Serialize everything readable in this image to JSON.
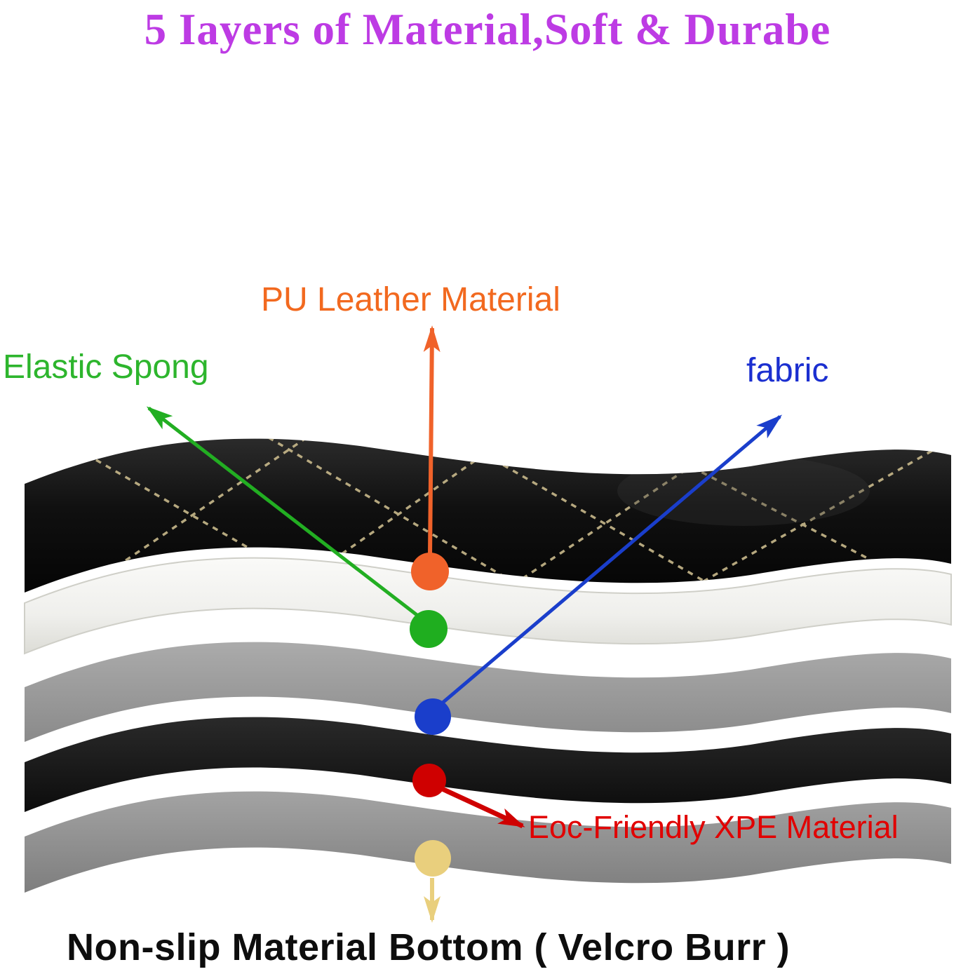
{
  "title": "5 Iayers of Material,Soft & Durabe",
  "title_color": "#bd3be4",
  "diagram": {
    "type": "layered-material-callout",
    "layer_count": 5,
    "layers": [
      {
        "name": "pu-leather-top",
        "appearance": "black quilted leather with tan stitching",
        "color": "#161616"
      },
      {
        "name": "elastic-sponge",
        "appearance": "white foam layer",
        "color": "#f3f3f0"
      },
      {
        "name": "fabric",
        "appearance": "gray fabric layer",
        "color": "#9c9c9c"
      },
      {
        "name": "xpe-material",
        "appearance": "black XPE foam layer",
        "color": "#181818"
      },
      {
        "name": "non-slip-bottom",
        "appearance": "gray non-slip bottom layer",
        "color": "#8f8f8f"
      }
    ],
    "callouts": [
      {
        "id": "pu-leather",
        "label": "PU Leather Material",
        "color": "#f2691f",
        "dot_color": "#f0622a",
        "arrow_direction": "up"
      },
      {
        "id": "elastic-spong",
        "label": "Elastic Spong",
        "color": "#2db52d",
        "dot_color": "#1fae1f",
        "arrow_direction": "up-left"
      },
      {
        "id": "fabric",
        "label": "fabric",
        "color": "#1b2fd0",
        "dot_color": "#1a3ecb",
        "arrow_direction": "up-right"
      },
      {
        "id": "xpe",
        "label": "Eoc-Friendly XPE Material",
        "color": "#e10000",
        "dot_color": "#cf0000",
        "arrow_direction": "down-right"
      },
      {
        "id": "non-slip-bottom",
        "label": "Non-slip Material Bottom ( Velcro Burr )",
        "color": "#0d0d0d",
        "dot_color": "#e9cf7d",
        "arrow_direction": "down"
      }
    ]
  }
}
